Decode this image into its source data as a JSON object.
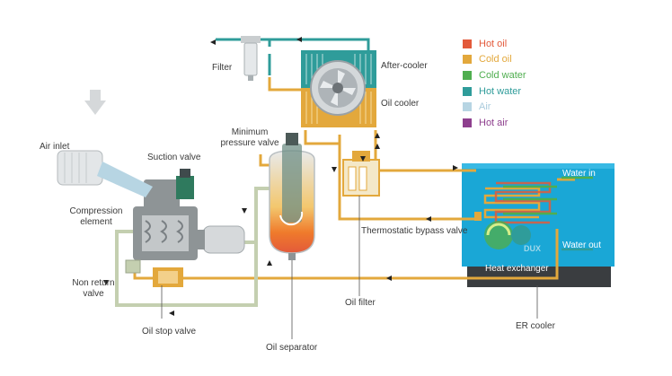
{
  "legend": [
    {
      "label": "Hot oil",
      "color": "#e35a3b",
      "text_color": "#e35a3b"
    },
    {
      "label": "Cold oil",
      "color": "#e3a83c",
      "text_color": "#e3a83c"
    },
    {
      "label": "Cold water",
      "color": "#4fae4f",
      "text_color": "#4fae4f"
    },
    {
      "label": "Hot water",
      "color": "#2f9c9a",
      "text_color": "#2f9c9a"
    },
    {
      "label": "Air",
      "color": "#b7d5e3",
      "text_color": "#a9cbdc"
    },
    {
      "label": "Hot air",
      "color": "#8e3f8e",
      "text_color": "#8e3f8e"
    }
  ],
  "labels": {
    "filter": "Filter",
    "after_cooler": "After-cooler",
    "oil_cooler": "Oil cooler",
    "minimum_pressure_valve_1": "Minimum",
    "minimum_pressure_valve_2": "pressure valve",
    "air_inlet": "Air inlet",
    "suction_valve": "Suction valve",
    "compression_element_1": "Compression",
    "compression_element_2": "element",
    "non_return_valve_1": "Non return",
    "non_return_valve_2": "valve",
    "oil_stop_valve": "Oil stop valve",
    "oil_separator": "Oil separator",
    "oil_filter": "Oil filter",
    "thermostatic_bypass_valve": "Thermostatic bypass valve",
    "er_cooler": "ER cooler",
    "water_in": "Water in",
    "water_out": "Water out",
    "heat_exchanger": "Heat exchanger"
  },
  "colors": {
    "hot_oil": "#e35a3b",
    "cold_oil": "#e3a83c",
    "cold_water": "#4fae4f",
    "hot_water": "#2f9c9a",
    "air": "#b7d5e3",
    "hot_air": "#8e3f8e",
    "pipe_grey": "#c4cfb0",
    "machine_grey": "#8e9496",
    "er_unit": "#1aa7d6"
  },
  "icons": [
    "flow-arrow-icon",
    "air-inlet-arrow-icon",
    "fan-icon",
    "gear-icon"
  ]
}
